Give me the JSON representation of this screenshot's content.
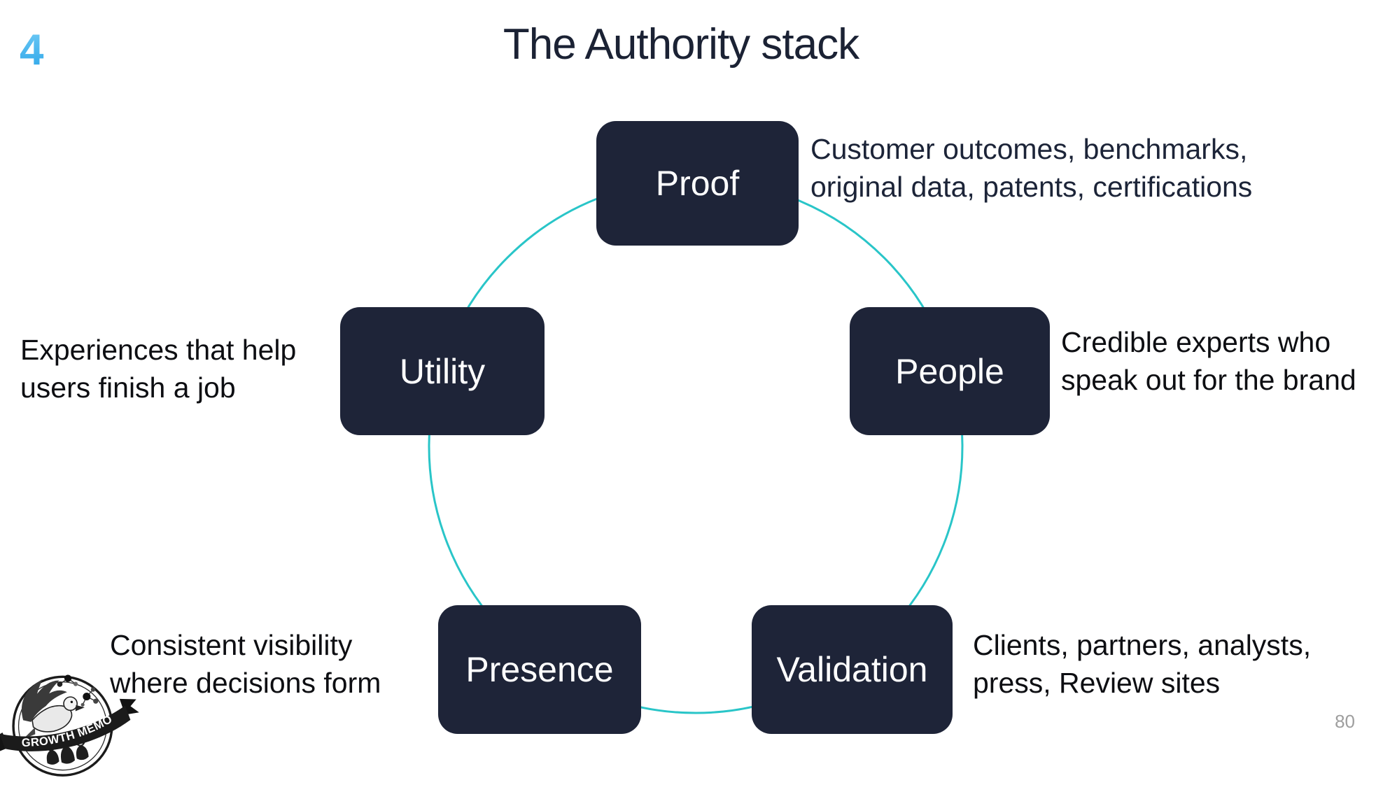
{
  "slide": {
    "number": "4",
    "title": "The Authority stack",
    "page_number": "80"
  },
  "diagram": {
    "type": "circular-stack",
    "nodes": {
      "proof": {
        "label": "Proof",
        "desc1": "Customer outcomes, benchmarks,",
        "desc2": "original data, patents, certifications"
      },
      "people": {
        "label": "People",
        "desc1": "Credible experts who",
        "desc2": "speak out for the brand"
      },
      "validation": {
        "label": "Validation",
        "desc1": "Clients, partners, analysts,",
        "desc2": "press, Review sites"
      },
      "presence": {
        "label": "Presence",
        "desc1": "Consistent visibility",
        "desc2": "where decisions form"
      },
      "utility": {
        "label": "Utility",
        "desc1": "Experiences that help",
        "desc2": "users finish a job"
      }
    },
    "colors": {
      "node_fill": "#1e2438",
      "node_text": "#ffffff",
      "circle_stroke": "#29c5c8",
      "title_text": "#1b2234",
      "proof_desc_text": "#1c2438",
      "desc_text": "#0d0e12",
      "slide_number_gradient_top": "#72ccf6",
      "slide_number_gradient_bottom": "#2aa4e8",
      "page_number_text": "#9e9e9e"
    }
  },
  "logo": {
    "name": "Growth Memo",
    "banner_text": "GROWTH MEMO"
  }
}
